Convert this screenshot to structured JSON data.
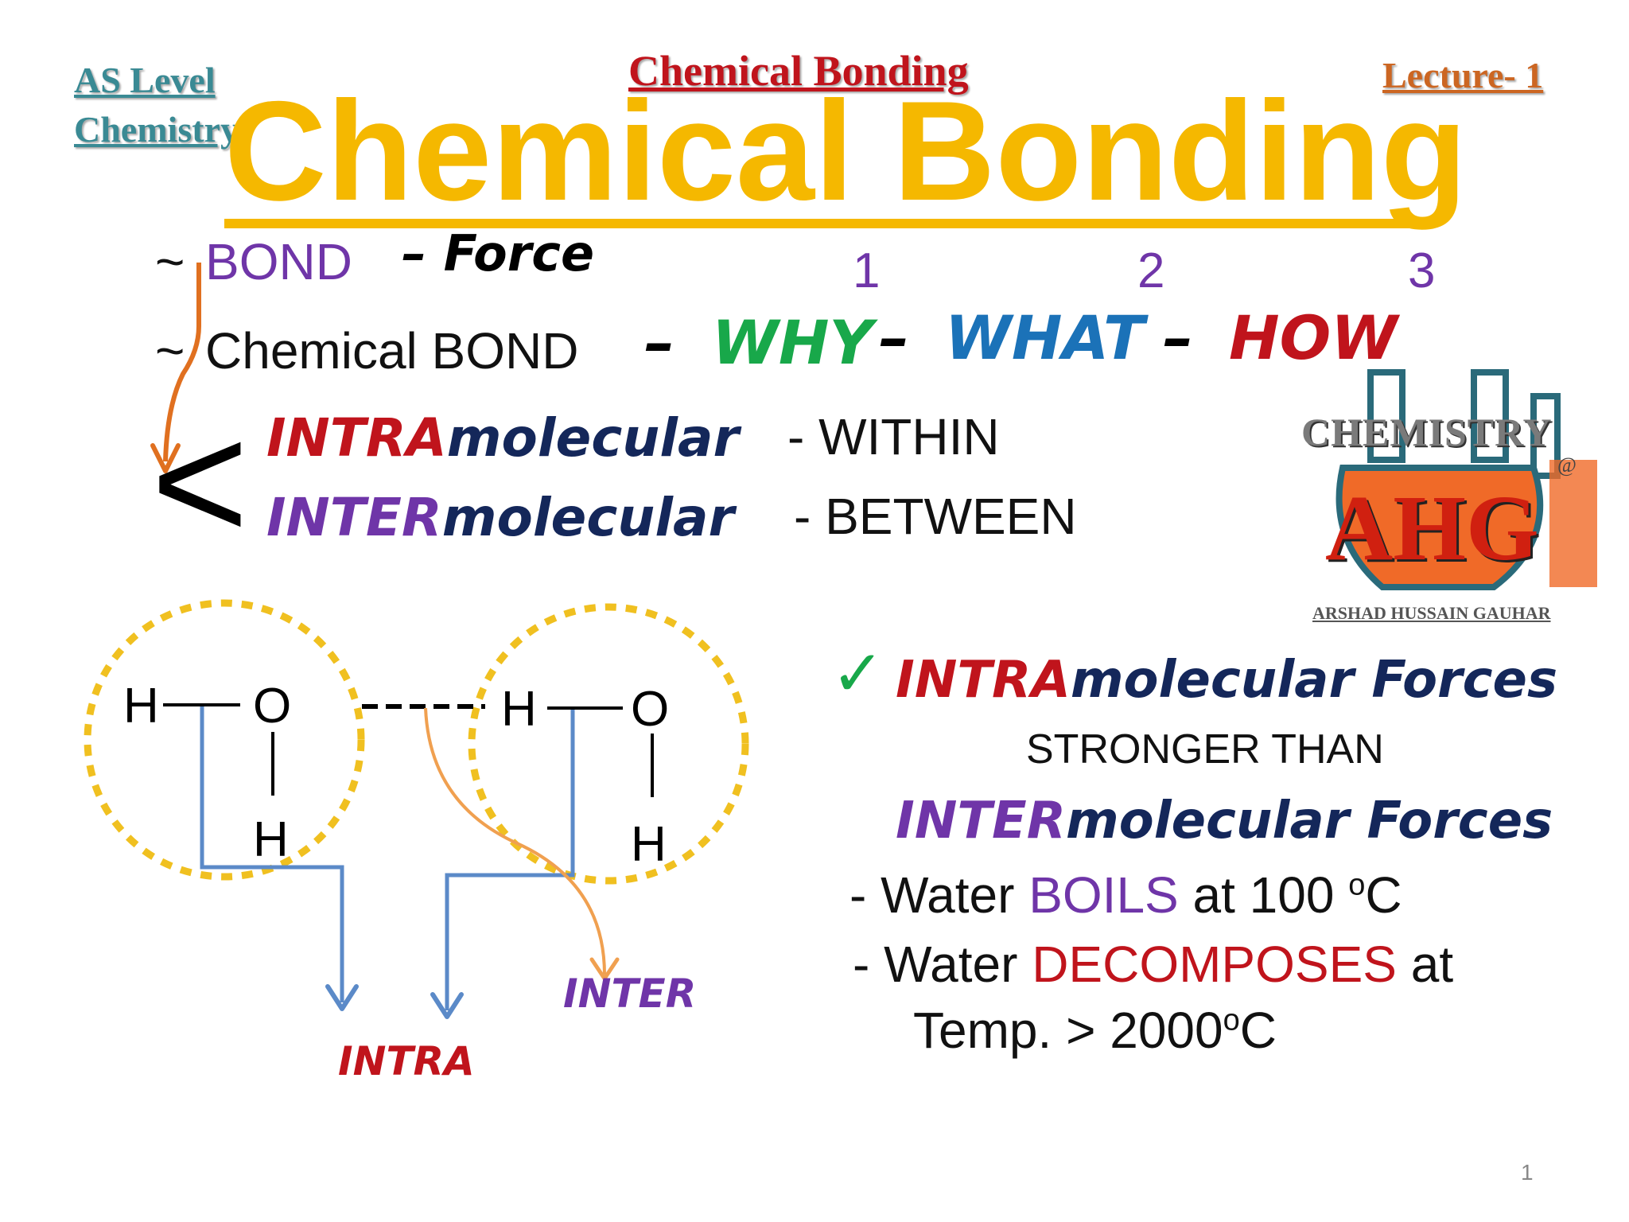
{
  "header": {
    "left_line1": "AS Level",
    "left_line2": "Chemistry",
    "center": "Chemical Bonding",
    "right": "Lecture- 1"
  },
  "title": "Chemical Bonding",
  "lines": {
    "tilde1": "~",
    "bond": "BOND",
    "force": "– Force",
    "tilde2": "~",
    "chem_bond": "Chemical BOND",
    "dash0": "–",
    "why": "WHY",
    "dash1": "–",
    "what": "WHAT",
    "dash2": "–",
    "how": "HOW",
    "num1": "1",
    "num2": "2",
    "num3": "3"
  },
  "types": {
    "bracket": "<",
    "intra_prefix": "INTRA",
    "intra_suffix": "molecular",
    "intra_desc": "- WITHIN",
    "inter_prefix": "INTER",
    "inter_suffix": "molecular",
    "inter_desc": "- BETWEEN"
  },
  "logo": {
    "top": "CHEMISTRY",
    "at": "@",
    "main": "AHG",
    "bottom": "ARSHAD HUSSAIN GAUHAR"
  },
  "diagram": {
    "h1": "H",
    "o1": "O",
    "h2": "H",
    "h3": "H",
    "o2": "O",
    "h4": "H",
    "intra_label": "INTRA",
    "inter_label": "INTER"
  },
  "compare": {
    "check": "✓",
    "intra_prefix": "INTRA",
    "intra_suffix": "molecular Forces",
    "stronger": "STRONGER THAN",
    "inter_prefix": "INTER",
    "inter_suffix": "molecular Forces",
    "w1_a": "- Water",
    "w1_b": "BOILS",
    "w1_c": "at 100",
    "w1_sup": "o",
    "w1_d": "C",
    "w2_a": "- Water",
    "w2_b": "DECOMPOSES",
    "w2_c": "at",
    "w3_a": "Temp. > 2000",
    "w3_sup": "o",
    "w3_b": "C"
  },
  "page_number": "1",
  "colors": {
    "title": "#f5b800",
    "purple": "#6f35a8",
    "red": "#c0141c",
    "green": "#18a84a",
    "blue": "#1b72b8",
    "navy": "#14275a",
    "orange_arrow": "#e07020",
    "blue_arrow": "#5b8ac8"
  }
}
